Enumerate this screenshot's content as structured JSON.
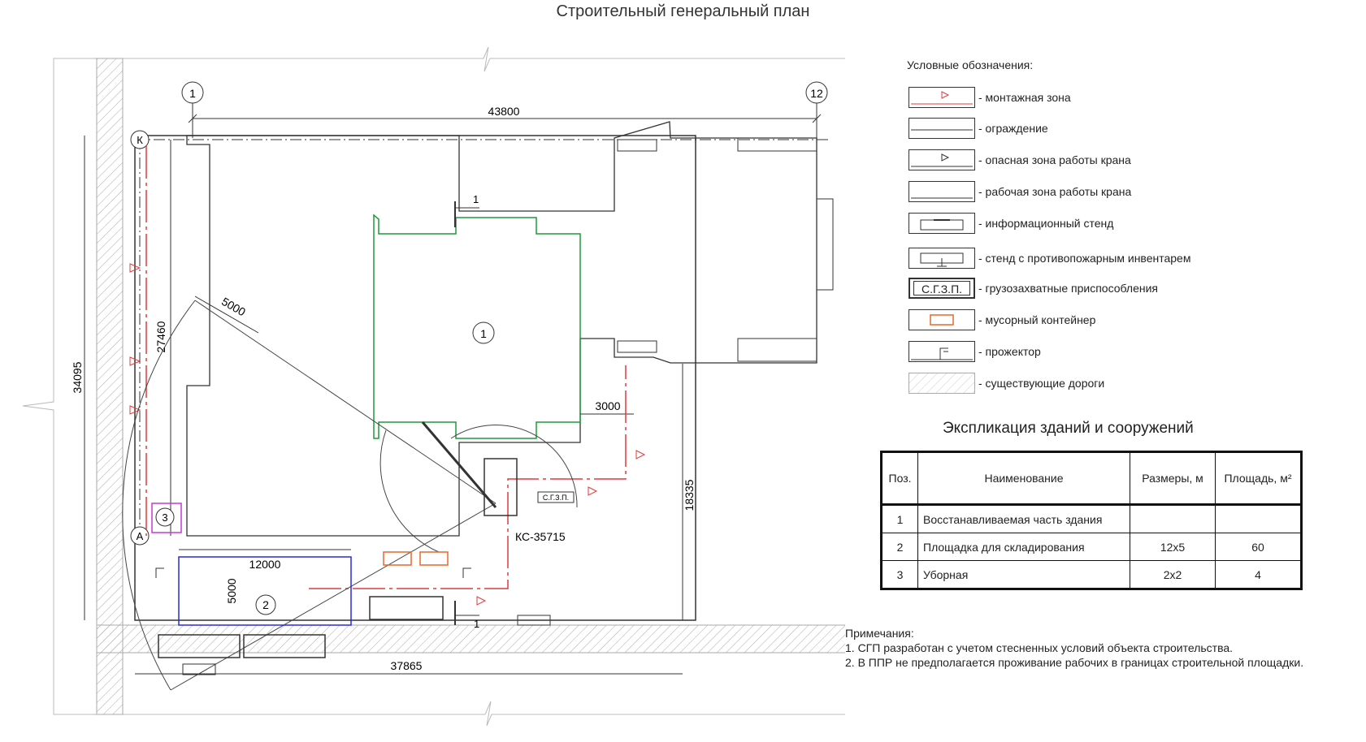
{
  "title": "Строительный генеральный план",
  "plan": {
    "axis_left": "1",
    "axis_right": "12",
    "axis_top": "К",
    "axis_bottom": "А",
    "dim_top": "43800",
    "dim_left": "34095",
    "dim_left_inner": "27460",
    "dim_radius": "5000",
    "dim_3000": "3000",
    "dim_18335": "18335",
    "dim_bottom": "37865",
    "dim_12000": "12000",
    "dim_5000_vert": "5000",
    "section_mark": "1",
    "section_mark_bottom": "1",
    "building_pos": "1",
    "storage_pos": "2",
    "toilet_pos": "3",
    "crane_label": "КС-35715",
    "sgzp_small": "С.Г.З.П."
  },
  "legend": {
    "title": "Условные обозначения:",
    "items": [
      {
        "label": "- монтажная зона",
        "icon": "mounting-zone-icon"
      },
      {
        "label": "- ограждение",
        "icon": "fence-icon"
      },
      {
        "label": "- опасная зона работы крана",
        "icon": "crane-danger-zone-icon"
      },
      {
        "label": "- рабочая зона работы крана",
        "icon": "crane-work-zone-icon"
      },
      {
        "label": "- информационный стенд",
        "icon": "info-stand-icon"
      },
      {
        "label": "- стенд с противопожарным инвентарем",
        "icon": "fire-stand-icon"
      },
      {
        "label": "- грузозахватные приспособления",
        "icon": "sgzp-icon",
        "text": "С.Г.З.П."
      },
      {
        "label": "- мусорный контейнер",
        "icon": "trash-container-icon"
      },
      {
        "label": "- прожектор",
        "icon": "floodlight-icon"
      },
      {
        "label": "- существующие дороги",
        "icon": "road-icon"
      }
    ]
  },
  "explication": {
    "title": "Экспликация зданий и сооружений",
    "headers": [
      "Поз.",
      "Наименование",
      "Размеры, м",
      "Площадь, м²"
    ],
    "rows": [
      [
        "1",
        "Восстанавливаемая часть здания",
        "",
        ""
      ],
      [
        "2",
        "Площадка для складирования",
        "12х5",
        "60"
      ],
      [
        "3",
        "Уборная",
        "2х2",
        "4"
      ]
    ]
  },
  "notes": {
    "title": "Примечания:",
    "lines": [
      "1. СГП разработан с учетом стесненных условий объекта строительства.",
      "2. В ППР не предполагается проживание рабочих в границах строительной площадки."
    ]
  },
  "colors": {
    "mounting": "#e23b3b",
    "building": "#1f9a3a",
    "storage": "#2a2ad8",
    "toilet": "#c23bd6",
    "container": "#e8692a"
  }
}
